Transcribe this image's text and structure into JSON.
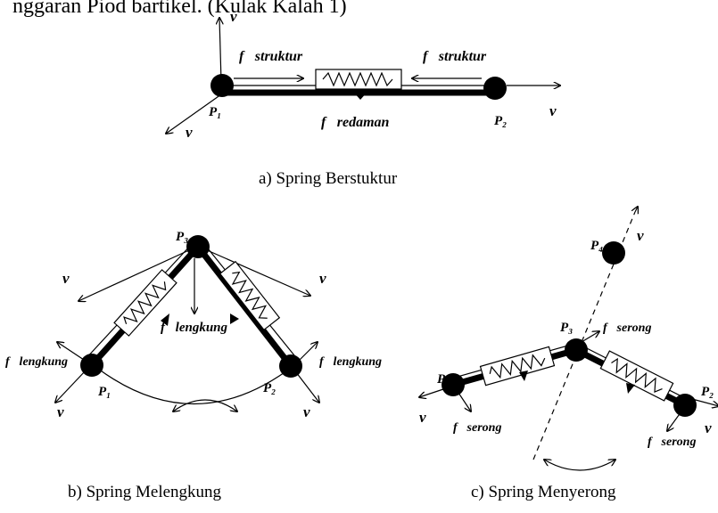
{
  "top_text": "nggaran Piod bartikel. (Kulak Kalah 1)",
  "captions": {
    "a": "a)  Spring Berstuktur",
    "b": "b)  Spring Melengkung",
    "c": "c)  Spring Menyerong"
  },
  "diagram_a": {
    "p1": "P₁",
    "p2": "P₂",
    "f_struktur_left": "f⃗struktur",
    "f_struktur_right": "f⃗struktur",
    "f_redaman": "f⃗redaman",
    "v_top": "v⃗",
    "v_right": "v⃗",
    "v_left": "v⃗"
  },
  "diagram_b": {
    "p1": "P₁",
    "p2": "P₂",
    "p3": "P₃",
    "f_lengkung_center": "f⃗lengkung",
    "f_lengkung_left": "f⃗lengkung",
    "f_lengkung_right": "f⃗lengkung",
    "v_ul": "v⃗",
    "v_ur": "v⃗",
    "v_ll": "v⃗",
    "v_lr": "v⃗"
  },
  "diagram_c": {
    "p1": "P₁",
    "p2": "P₂",
    "p3": "P₃",
    "p4": "P₄",
    "f_serong_top": "f⃗serong",
    "f_serong_left": "f⃗serong",
    "f_serong_right": "f⃗serong",
    "v_top": "v⃗",
    "v_left": "v⃗",
    "v_right": "v⃗"
  }
}
